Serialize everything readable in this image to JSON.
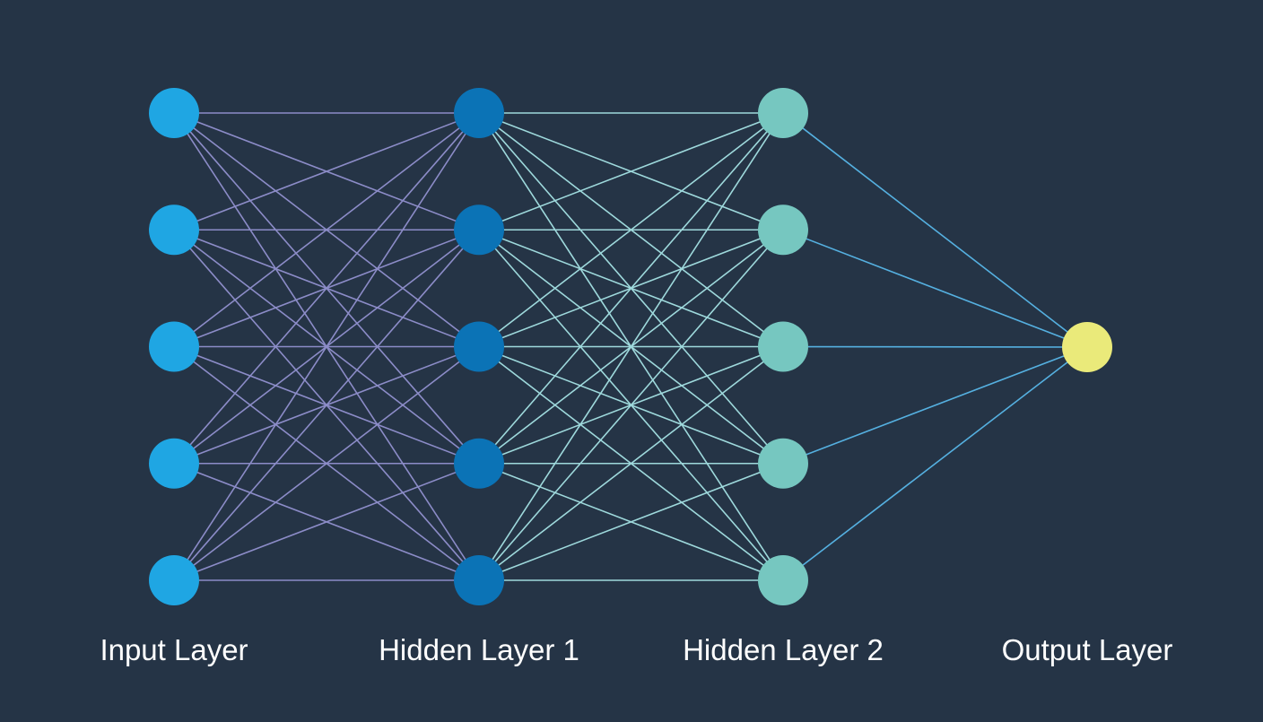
{
  "layers": [
    {
      "label": "Input Layer",
      "neurons": 5,
      "color": "#1FA6E3"
    },
    {
      "label": "Hidden Layer 1",
      "neurons": 5,
      "color": "#0B73B6"
    },
    {
      "label": "Hidden Layer 2",
      "neurons": 5,
      "color": "#76C7C0"
    },
    {
      "label": "Output Layer",
      "neurons": 1,
      "color": "#EAEA7A"
    }
  ],
  "connection_colors": [
    "#8C8CC8",
    "#9ED9DC",
    "#55B0E0"
  ],
  "background": "#253446"
}
